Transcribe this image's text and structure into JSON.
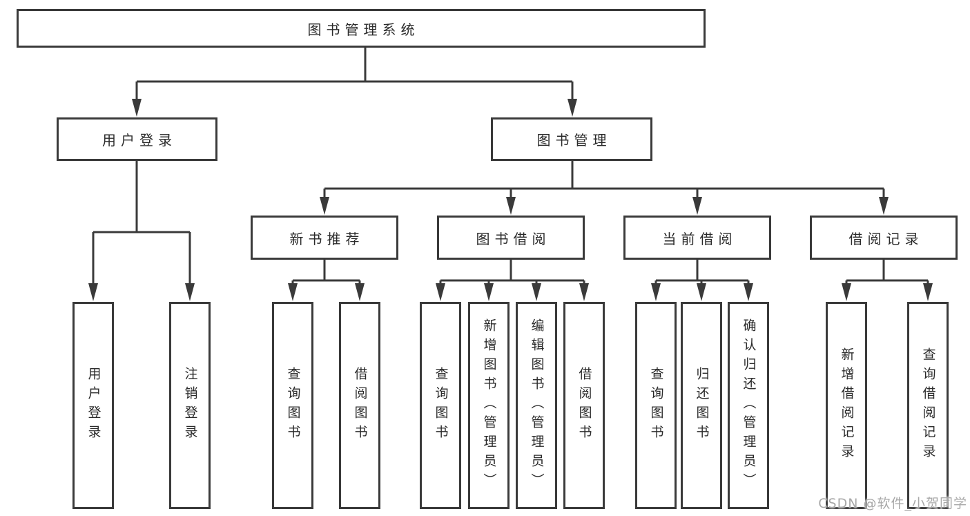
{
  "diagram": {
    "title": "图书管理系统",
    "level2": [
      {
        "label": "用户登录"
      },
      {
        "label": "图书管理"
      }
    ],
    "level3": [
      {
        "label": "新书推荐"
      },
      {
        "label": "图书借阅"
      },
      {
        "label": "当前借阅"
      },
      {
        "label": "借阅记录"
      }
    ],
    "leaves": {
      "user_login": [
        "用户登录",
        "注销登录"
      ],
      "new_book": [
        "查询图书",
        "借阅图书"
      ],
      "book_borrow": [
        "查询图书",
        "新增图书（管理员）",
        "编辑图书（管理员）",
        "借阅图书"
      ],
      "current_borrow": [
        "查询图书",
        "归还图书",
        "确认归还（管理员）"
      ],
      "borrow_record": [
        "新增借阅记录",
        "查询借阅记录"
      ]
    }
  },
  "watermark": {
    "text": "CSDN @软件_小贺同学"
  },
  "colors": {
    "line": "#3a3a3a",
    "text": "#2a2a2a",
    "watermark": "#a8a8a8",
    "background": "#ffffff"
  }
}
